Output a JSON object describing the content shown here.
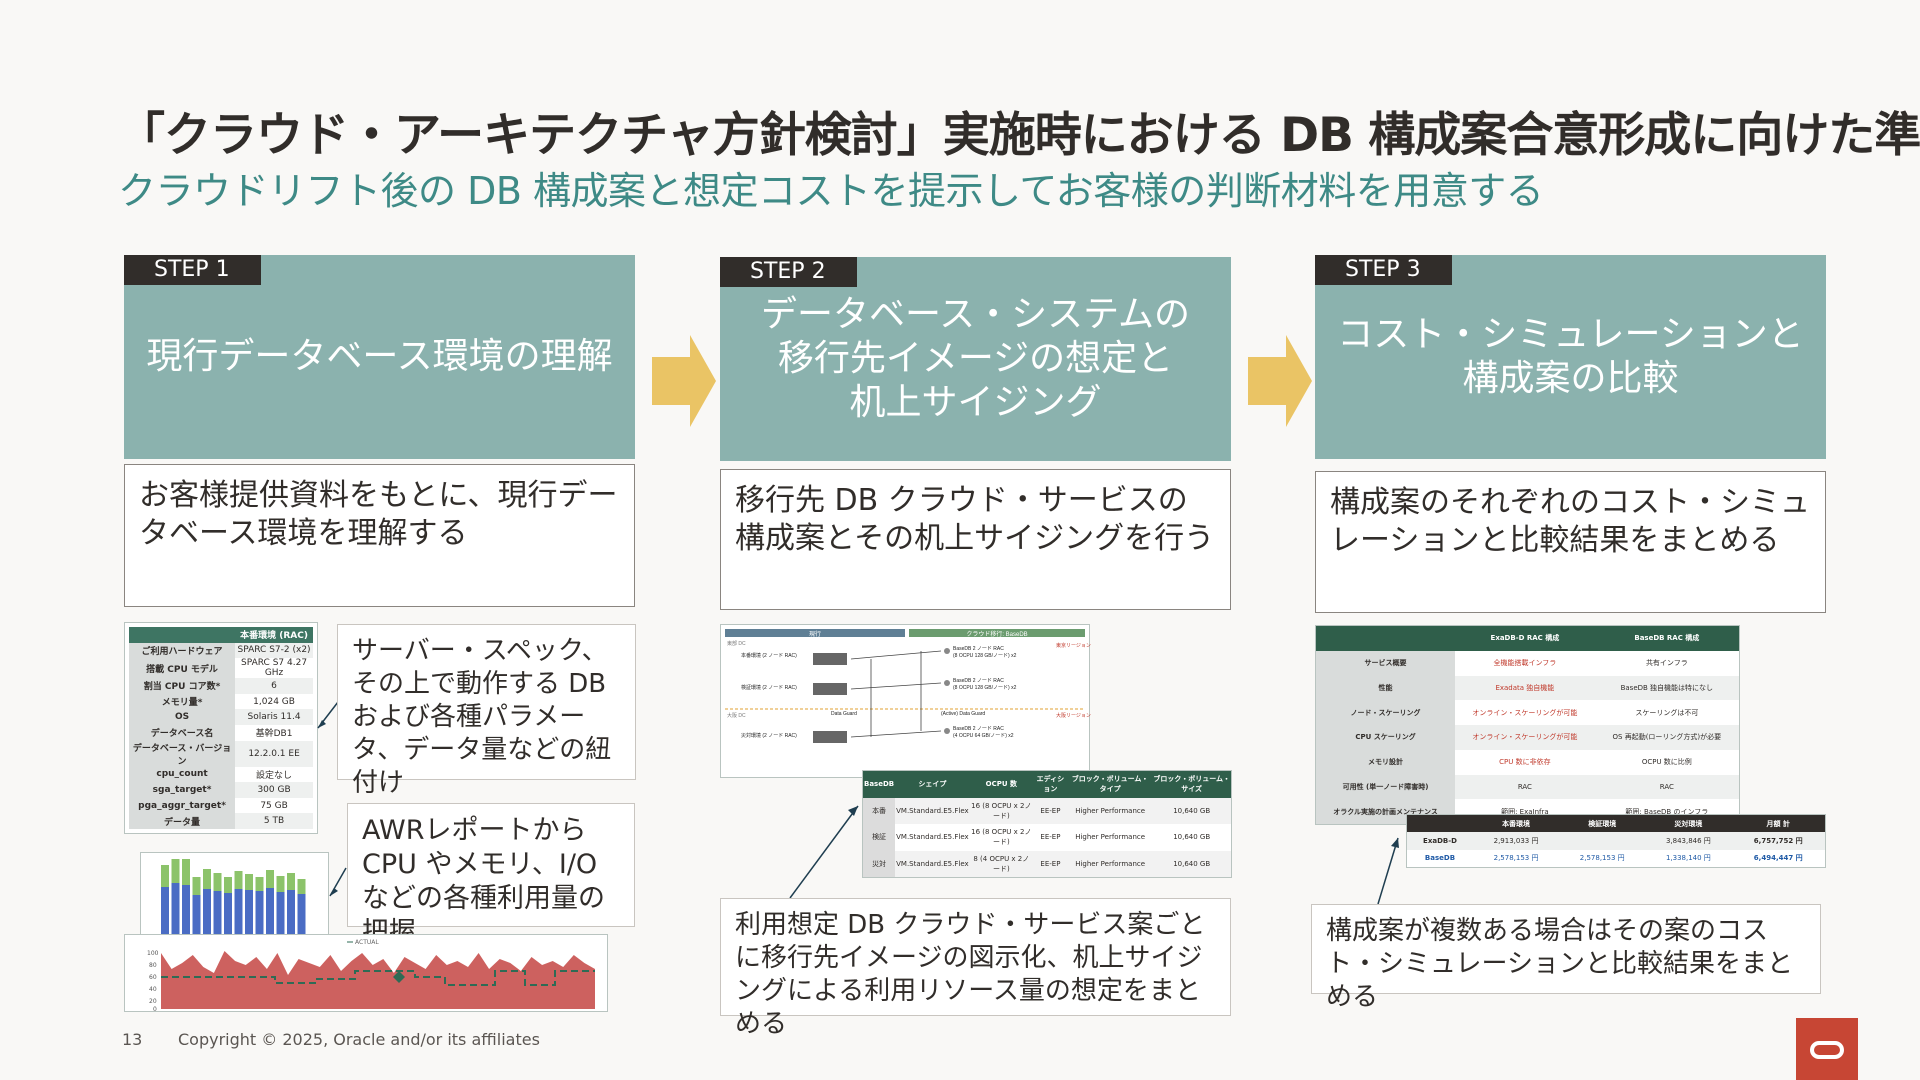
{
  "page": {
    "title": "「クラウド・アーキテクチャ方針検討」実施時における DB 構成案合意形成に向けた準備",
    "subtitle": "クラウドリフト後の DB 構成案と想定コストを提示してお客様の判断材料を用意する"
  },
  "steps": [
    {
      "tag": "STEP 1",
      "title_lines": [
        "現行データベース環境の理解"
      ],
      "description": "お客様提供資料をもとに、現行データベース環境を理解する"
    },
    {
      "tag": "STEP 2",
      "title_lines": [
        "データベース・システムの",
        "移行先イメージの想定と",
        "机上サイジング"
      ],
      "description": "移行先 DB クラウド・サービスの構成案とその机上サイジングを行う"
    },
    {
      "tag": "STEP 3",
      "title_lines": [
        "コスト・シミュレーションと",
        "構成案の比較"
      ],
      "description": "構成案のそれぞれのコスト・シミュレーションと比較結果をまとめる"
    }
  ],
  "callouts": {
    "spec": "サーバー・スペック、その上で動作する DB および各種パラメータ、データ量などの紐付け",
    "awr": "AWRレポートから CPU やメモリ、I/O などの各種利用量の把握",
    "step2": "利用想定 DB クラウド・サービス案ごとに移行先イメージの図示化、机上サイジングによる利用リソース量の想定をまとめる",
    "step3": "構成案が複数ある場合はその案のコスト・シミュレーションと比較結果をまとめる"
  },
  "spec_table": {
    "header": [
      "",
      "本番環境 (RAC)"
    ],
    "rows": [
      [
        "ご利用ハードウェア",
        "SPARC S7-2 (x2)"
      ],
      [
        "搭載 CPU モデル",
        "SPARC S7 4.27 GHz"
      ],
      [
        "割当 CPU コア数*",
        "6"
      ],
      [
        "メモリ量*",
        "1,024 GB"
      ],
      [
        "OS",
        "Solaris 11.4"
      ],
      [
        "データベース名",
        "基幹DB1"
      ],
      [
        "データベース・バージョン",
        "12.2.0.1 EE"
      ],
      [
        "cpu_count",
        "設定なし"
      ],
      [
        "sga_target*",
        "300 GB"
      ],
      [
        "pga_aggr_target*",
        "75 GB"
      ],
      [
        "データ量",
        "5 TB"
      ]
    ]
  },
  "awr_chart": {
    "legend": "ACTUAL",
    "y_ticks": [
      "100",
      "80",
      "60",
      "40",
      "20",
      "0"
    ]
  },
  "diagram": {
    "left_header": "現行",
    "right_header": "クラウド移行: BaseDB",
    "sub_left": "東部 DC",
    "sub_left2": "大阪 DC",
    "region_east": "東京リージョン",
    "region_osaka": "大阪リージョン",
    "rows": [
      {
        "src": "本番環境 (2 ノード RAC)",
        "dst": "BaseDB 2 ノード RAC",
        "dst2": "(8 OCPU 128 GB/ノード) x2"
      },
      {
        "src": "検証環境 (2 ノード RAC)",
        "dst": "BaseDB 2 ノード RAC",
        "dst2": "(8 OCPU 128 GB/ノード) x2"
      },
      {
        "src": "災対環境 (2 ノード RAC)",
        "dst": "BaseDB 2 ノード RAC",
        "dst2": "(4 OCPU 64 GB/ノード) x2"
      }
    ],
    "dg_label": "Data Guard",
    "dg_active": "(Active) Data Guard"
  },
  "sizing_table": {
    "header": [
      "BaseDB",
      "シェイプ",
      "OCPU 数",
      "エディション",
      "ブロック・ボリューム・タイプ",
      "ブロック・ボリューム・サイズ"
    ],
    "rows": [
      [
        "本番",
        "VM.Standard.E5.Flex",
        "16 (8 OCPU x 2ノード)",
        "EE-EP",
        "Higher Performance",
        "10,640 GB"
      ],
      [
        "検証",
        "VM.Standard.E5.Flex",
        "16 (8 OCPU x 2ノード)",
        "EE-EP",
        "Higher Performance",
        "10,640 GB"
      ],
      [
        "災対",
        "VM.Standard.E5.Flex",
        "8 (4 OCPU x 2ノード)",
        "EE-EP",
        "Higher Performance",
        "10,640 GB"
      ]
    ]
  },
  "compare_table": {
    "header": [
      "",
      "ExaDB-D RAC 構成",
      "BaseDB RAC 構成"
    ],
    "rows": [
      [
        "サービス概要",
        "全機能搭載インフラ",
        "共有インフラ"
      ],
      [
        "性能",
        "Exadata 独自機能",
        "BaseDB 独自機能は特になし"
      ],
      [
        "ノード・スケーリング",
        "オンライン・スケーリングが可能",
        "スケーリングは不可"
      ],
      [
        "CPU スケーリング",
        "オンライン・スケーリングが可能",
        "OS 再起動(ローリング方式)が必要"
      ],
      [
        "メモリ設計",
        "CPU 数に非依存",
        "OCPU 数に比例"
      ],
      [
        "可用性 (単一ノード障害時)",
        "RAC",
        "RAC"
      ],
      [
        "オラクル実施の計画メンテナンス",
        "範囲: ExaInfra",
        "範囲: BaseDB のインフラ"
      ]
    ]
  },
  "cost_table": {
    "header": [
      "",
      "本番環境",
      "検証環境",
      "災対環境",
      "月額 計"
    ],
    "rows": [
      [
        "ExaDB-D",
        "2,913,033 円",
        "",
        "3,843,846 円",
        "6,757,752 円"
      ],
      [
        "BaseDB",
        "2,578,153 円",
        "2,578,153 円",
        "1,338,140 円",
        "6,494,447 円"
      ]
    ]
  },
  "footer": {
    "page_number": "13",
    "copyright": "Copyright © 2025, Oracle and/or its affiliates"
  },
  "colors": {
    "accent_teal": "#8bb2ae",
    "subtitle_teal": "#3e8a86",
    "arrow_yellow": "#eac465",
    "oracle_red": "#c74634"
  }
}
